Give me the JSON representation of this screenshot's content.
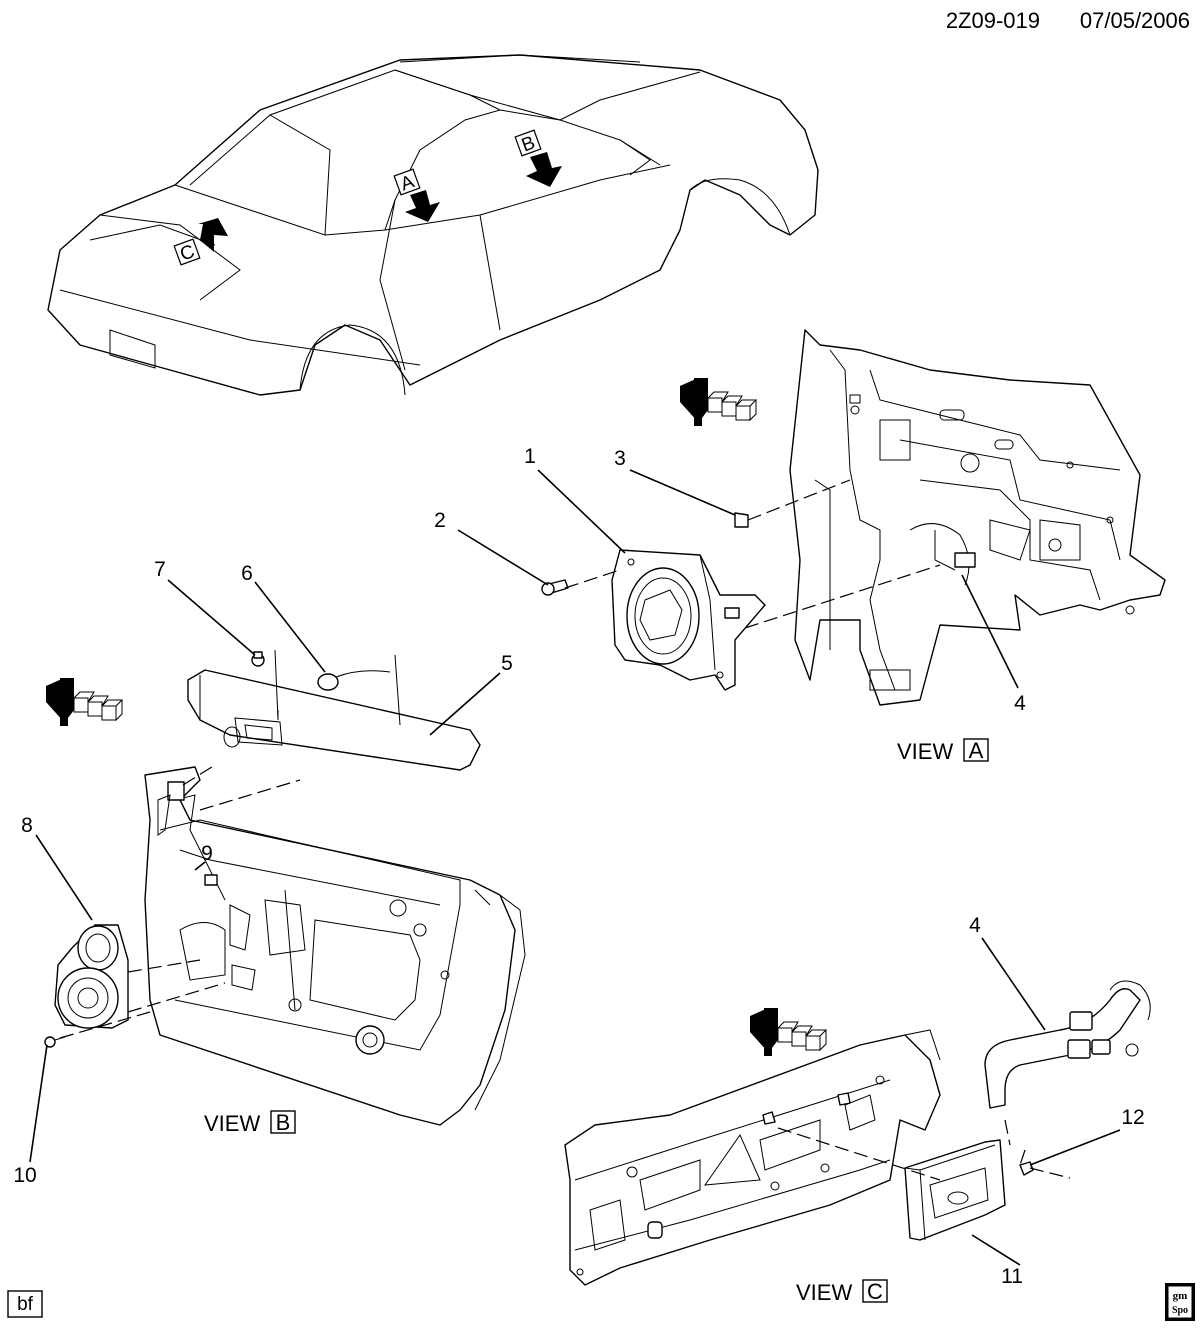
{
  "header": {
    "code": "2Z09-019",
    "date": "07/05/2006"
  },
  "views": {
    "a": {
      "word": "VIEW",
      "letter": "A"
    },
    "b": {
      "word": "VIEW",
      "letter": "B"
    },
    "c": {
      "word": "VIEW",
      "letter": "C"
    }
  },
  "callouts": {
    "c1": "1",
    "c2": "2",
    "c3": "3",
    "c4a": "4",
    "c5": "5",
    "c6": "6",
    "c7": "7",
    "c8": "8",
    "c9": "9",
    "c10": "10",
    "c4b": "4",
    "c11": "11",
    "c12": "12"
  },
  "car_arrows": {
    "a": "A",
    "b": "B",
    "c": "C"
  },
  "footer": {
    "code_box": "bf",
    "logo_line1": "gm",
    "logo_line2": "Spo"
  },
  "icons": [
    "front-direction-icon",
    "gm-spo-logo-icon"
  ]
}
